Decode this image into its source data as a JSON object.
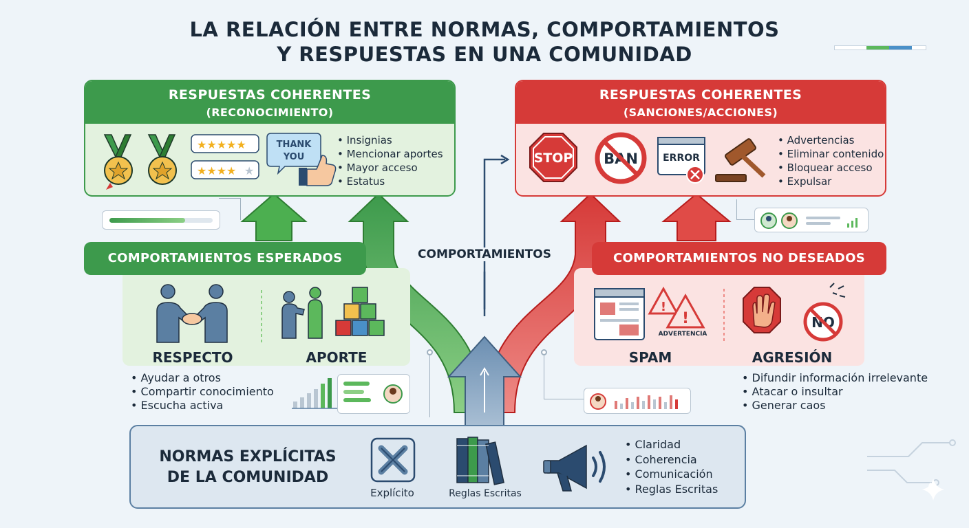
{
  "title": {
    "line1": "LA RELACIÓN ENTRE NORMAS, COMPORTAMIENTOS",
    "line2": "Y RESPUESTAS EN UNA COMUNIDAD"
  },
  "colors": {
    "green": "#3d9a4c",
    "green_light": "#e3f2df",
    "red": "#d63a38",
    "red_light": "#fbe3e2",
    "blue": "#5b7fa2",
    "blue_light": "#dde7f0",
    "navy": "#2b4b6f"
  },
  "positive_responses": {
    "title": "RESPUESTAS COHERENTES",
    "subtitle": "(RECONOCIMIENTO)",
    "thank_you_line1": "THANK",
    "thank_you_line2": "YOU",
    "items": [
      "Insignias",
      "Mencionar aportes",
      "Mayor acceso",
      "Estatus"
    ],
    "icons": [
      "medal-icon",
      "medal-icon",
      "star-rating-icon",
      "thank-you-thumbs-up-icon"
    ]
  },
  "negative_responses": {
    "title": "RESPUESTAS COHERENTES",
    "subtitle": "(SANCIONES/ACCIONES)",
    "stop_label": "STOP",
    "ban_label": "BAN",
    "error_label": "ERROR",
    "items": [
      "Advertencias",
      "Eliminar contenido",
      "Bloquear acceso",
      "Expulsar"
    ],
    "icons": [
      "stop-sign-icon",
      "ban-icon",
      "error-window-icon",
      "gavel-icon"
    ]
  },
  "center_label": "COMPORTAMIENTOS",
  "expected": {
    "title": "COMPORTAMIENTOS ESPERADOS",
    "label_left": "RESPECTO",
    "label_right": "APORTE",
    "items": [
      "Ayudar a otros",
      "Compartir conocimiento",
      "Escucha activa"
    ],
    "icons": [
      "handshake-icon",
      "collaboration-blocks-icon"
    ]
  },
  "unwanted": {
    "title": "COMPORTAMIENTOS NO DESEADOS",
    "label_left": "SPAM",
    "label_right": "AGRESIÓN",
    "warning_label": "ADVERTENCIA",
    "no_label": "NO",
    "items": [
      "Difundir información irrelevante",
      "Atacar o insultar",
      "Generar caos"
    ],
    "icons": [
      "spam-window-icon",
      "warning-icon",
      "stop-hand-icon",
      "no-sign-icon"
    ]
  },
  "norms": {
    "title_line1": "NORMAS EXPLÍCITAS",
    "title_line2": "DE LA COMUNIDAD",
    "explicit_label": "Explícito",
    "rules_label": "Reglas Escritas",
    "items": [
      "Claridad",
      "Coherencia",
      "Comunicación",
      "Reglas Escritas"
    ],
    "icons": [
      "explicit-x-icon",
      "books-icon",
      "megaphone-icon"
    ]
  }
}
